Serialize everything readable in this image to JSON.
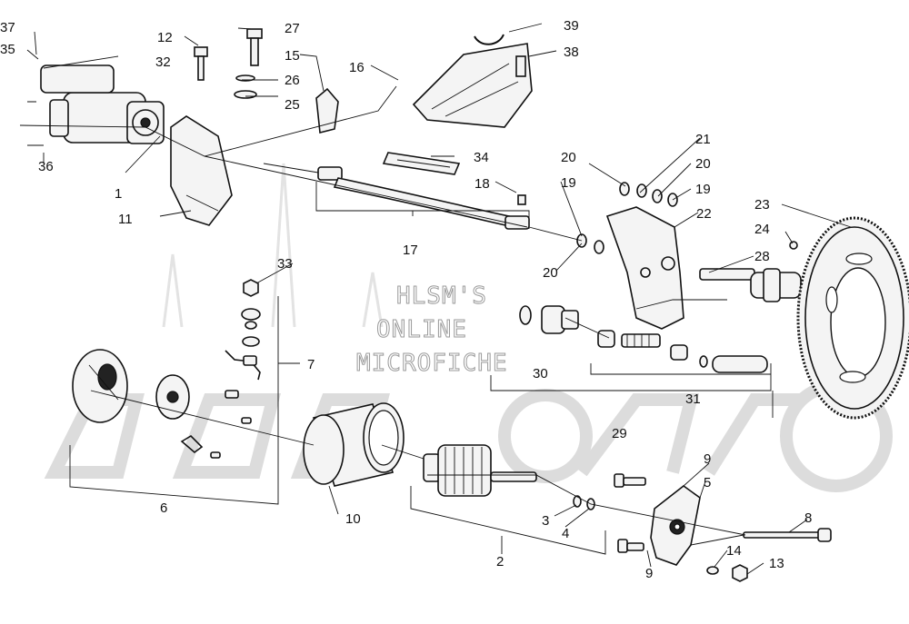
{
  "watermark": {
    "line1": "HLSM'S",
    "line2": "ONLINE",
    "line3": "MICROFICHE"
  },
  "callouts": [
    "1",
    "2",
    "3",
    "4",
    "5",
    "6",
    "7",
    "8",
    "9",
    "9",
    "10",
    "11",
    "12",
    "13",
    "14",
    "15",
    "16",
    "17",
    "18",
    "19",
    "19",
    "20",
    "20",
    "20",
    "21",
    "22",
    "23",
    "24",
    "25",
    "26",
    "27",
    "28",
    "29",
    "30",
    "31",
    "32",
    "33",
    "34",
    "35",
    "36",
    "37",
    "38",
    "39"
  ]
}
